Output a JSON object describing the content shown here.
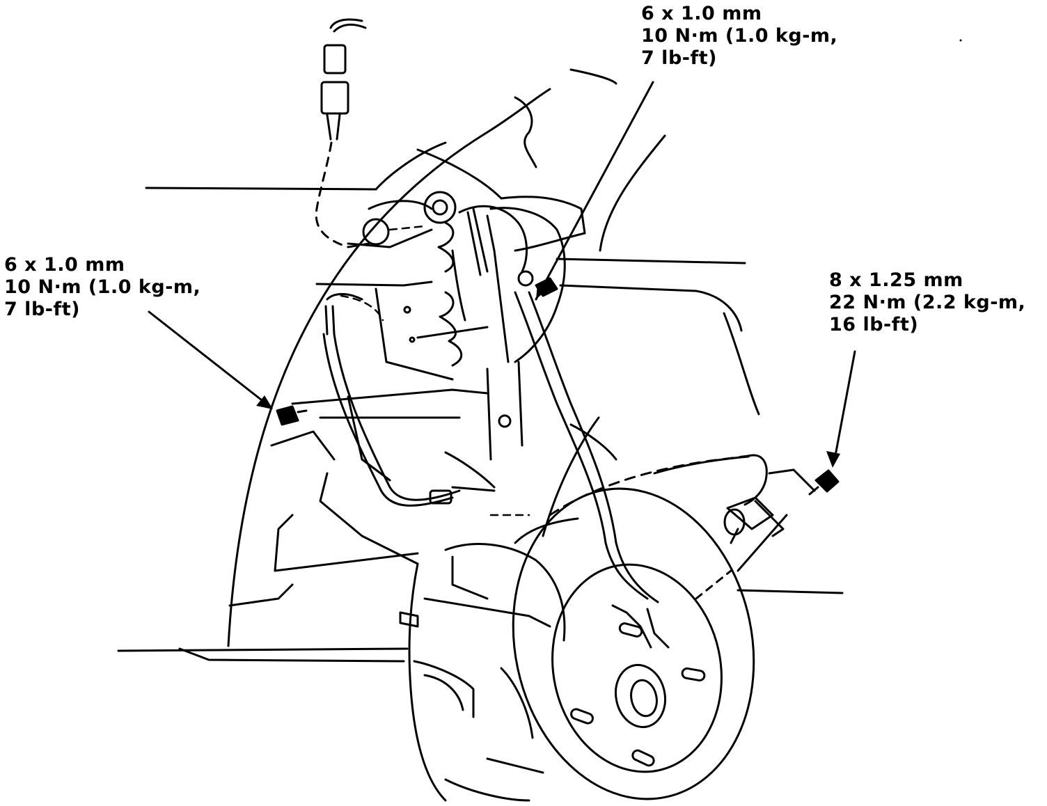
{
  "callouts": {
    "top": {
      "line1": "6 x 1.0 mm",
      "line2": "10 N·m (1.0 kg-m,",
      "line3": "7 lb-ft)"
    },
    "left": {
      "line1": "6 x 1.0 mm",
      "line2": "10 N·m (1.0 kg-m,",
      "line3": "7 lb-ft)"
    },
    "right": {
      "line1": "8 x 1.25 mm",
      "line2": "22 N·m (2.2 kg-m,",
      "line3": "16 lb-ft)"
    }
  },
  "colors": {
    "ink": "#000000",
    "paper": "#ffffff"
  }
}
